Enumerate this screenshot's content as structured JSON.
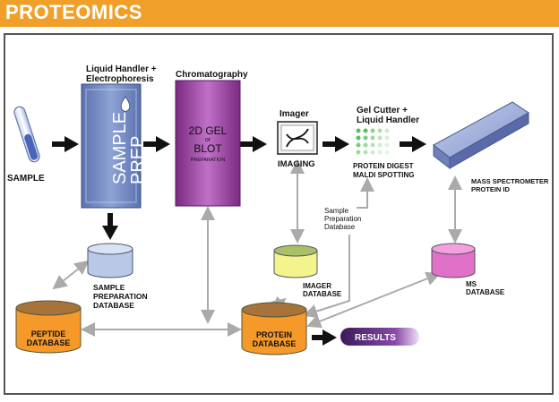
{
  "header": {
    "title": "PROTEOMICS"
  },
  "nodes": {
    "sample": "SAMPLE",
    "liquid_handler": [
      "Liquid Handler +",
      "Electrophoresis"
    ],
    "sample_prep": [
      "SAMPLE",
      "PREP"
    ],
    "chromatography": "Chromatography",
    "gel_2d": [
      "2D GEL",
      "or",
      "BLOT",
      "PREPARATION"
    ],
    "imager": "Imager",
    "imaging": "IMAGING",
    "gel_cutter": [
      "Gel Cutter +",
      "Liquid Handler"
    ],
    "protein_digest": [
      "PROTEIN DIGEST",
      "MALDI SPOTTING"
    ],
    "mass_spec": [
      "MASS SPECTROMETER",
      "PROTEIN ID"
    ],
    "sample_prep_db_note": [
      "Sample",
      "Preparation",
      "Database"
    ],
    "sample_prep_db": [
      "SAMPLE",
      "PREPARATION",
      "DATABASE"
    ],
    "imager_db": [
      "IMAGER",
      "DATABASE"
    ],
    "ms_db": [
      "MS",
      "DATABASE"
    ],
    "peptide_db": [
      "PEPTIDE",
      "DATABASE"
    ],
    "protein_db": [
      "PROTEIN",
      "DATABASE"
    ],
    "results": "RESULTS"
  },
  "colors": {
    "header": "#f0a028",
    "sample_prep": "#7088c0",
    "gel": "#9a3c9e",
    "db_blue": "#b8c8e8",
    "db_yellow": "#f0f08a",
    "db_pink": "#e070c8",
    "db_orange": "#f59a2a",
    "results": "#5a2c7a",
    "spots": "#60c060"
  }
}
